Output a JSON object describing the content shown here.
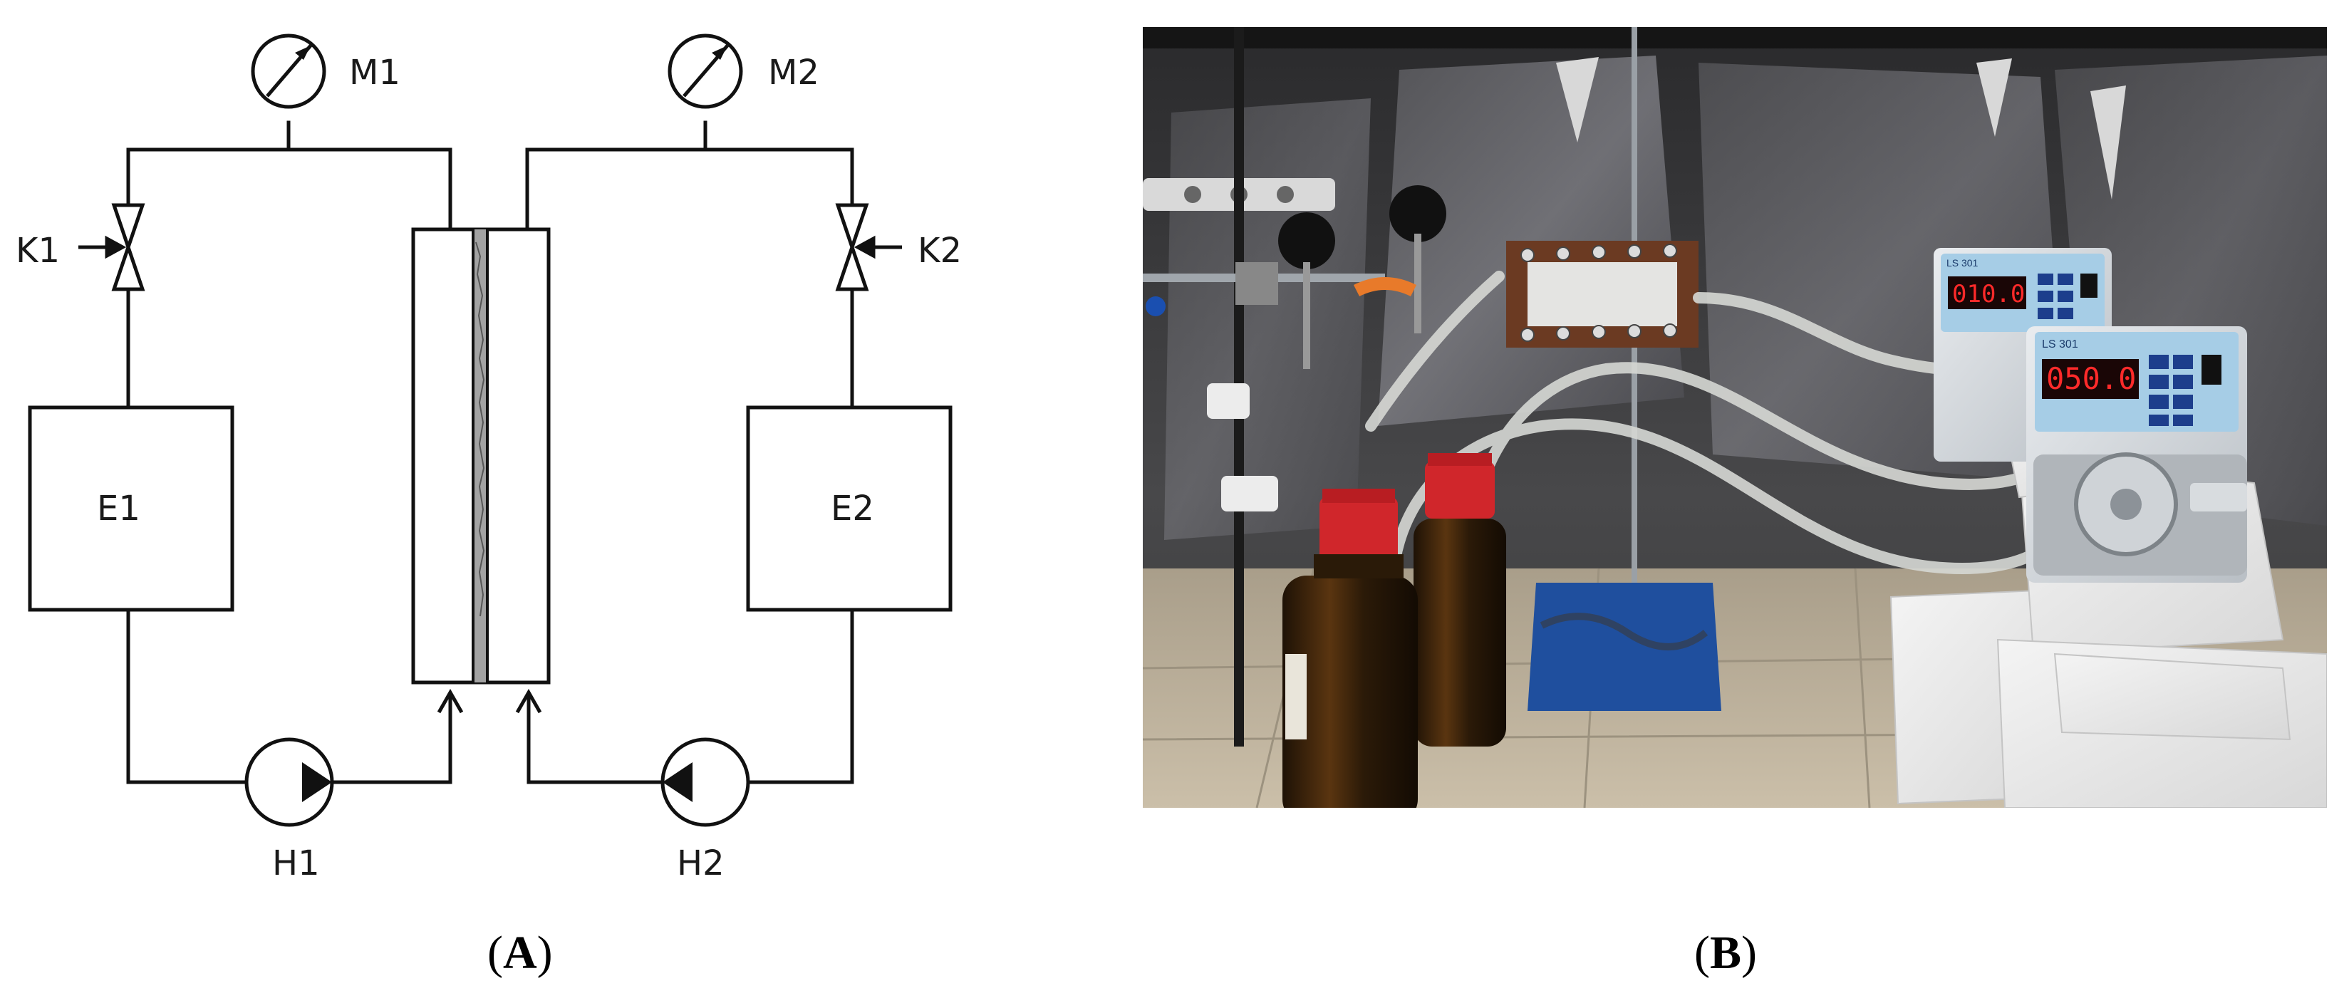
{
  "panel_a": {
    "caption_letter": "A",
    "labels": {
      "m1": "M1",
      "m2": "M2",
      "k1": "K1",
      "k2": "K2",
      "e1": "E1",
      "e2": "E2",
      "h1": "H1",
      "h2": "H2"
    }
  },
  "panel_b": {
    "caption_letter": "B",
    "pump_back_brand": "LS 301",
    "pump_back_display": "010.0",
    "pump_front_brand": "LS 301",
    "pump_front_display": "050.0"
  },
  "colors": {
    "line": "#111111",
    "membrane": "#9a9a9a",
    "display_red": "#ff2a2a",
    "cap_red": "#d0262b",
    "stand_blue": "#1f4f9e"
  }
}
